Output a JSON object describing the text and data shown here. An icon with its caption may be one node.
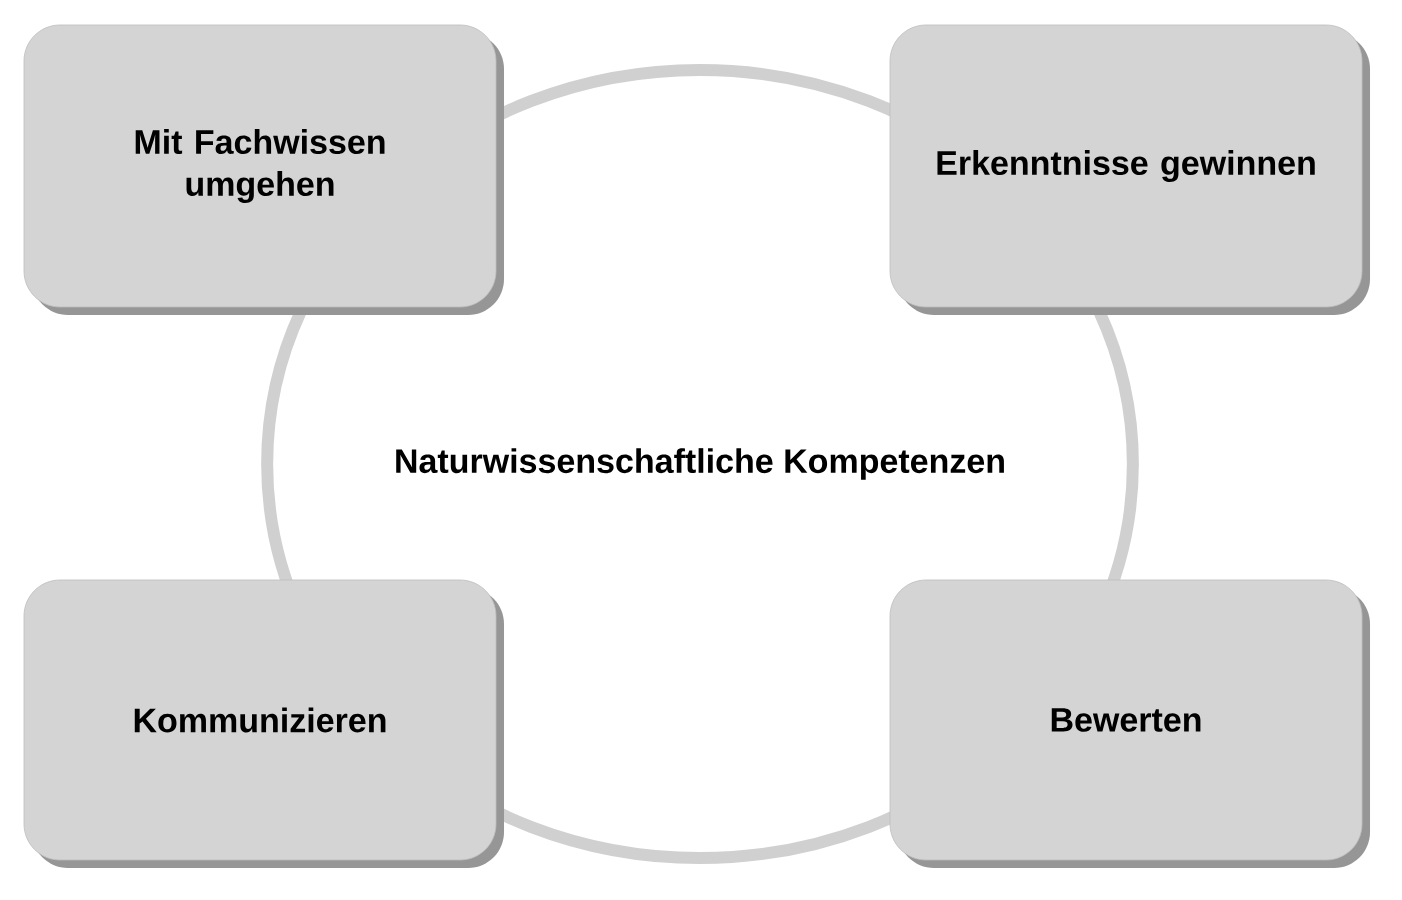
{
  "diagram": {
    "nodes": [
      {
        "text": [
          "Mit Fachwissen umgehen"
        ]
      },
      {
        "text": [
          "Erkenntnisse gewinnen"
        ]
      },
      {
        "text": [
          "Naturwissenschaftliche Kompetenzen"
        ]
      },
      {
        "text": [
          "Kommunizieren"
        ]
      },
      {
        "text": [
          "Bewerten"
        ]
      }
    ]
  }
}
